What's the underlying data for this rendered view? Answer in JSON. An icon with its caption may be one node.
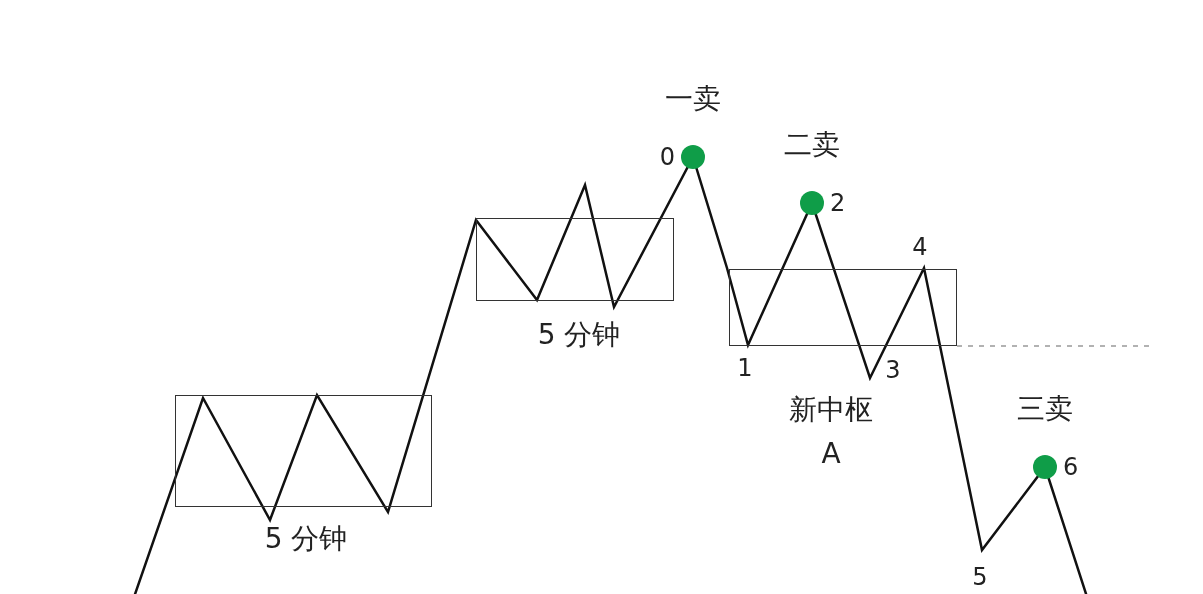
{
  "diagram": {
    "nodes": [
      {
        "text": [
          "5 分钟"
        ]
      },
      {
        "text": [
          "5 分钟"
        ]
      },
      {
        "text": [
          "新中枢",
          "A"
        ]
      },
      {
        "text": [
          "一卖"
        ],
        "beside": [
          "0"
        ]
      },
      {
        "text": [
          "二卖"
        ],
        "beside": [
          "2"
        ]
      },
      {
        "text": [
          "三卖"
        ],
        "beside": [
          "6"
        ]
      }
    ],
    "labels": [
      "1",
      "3",
      "4",
      "5"
    ]
  }
}
